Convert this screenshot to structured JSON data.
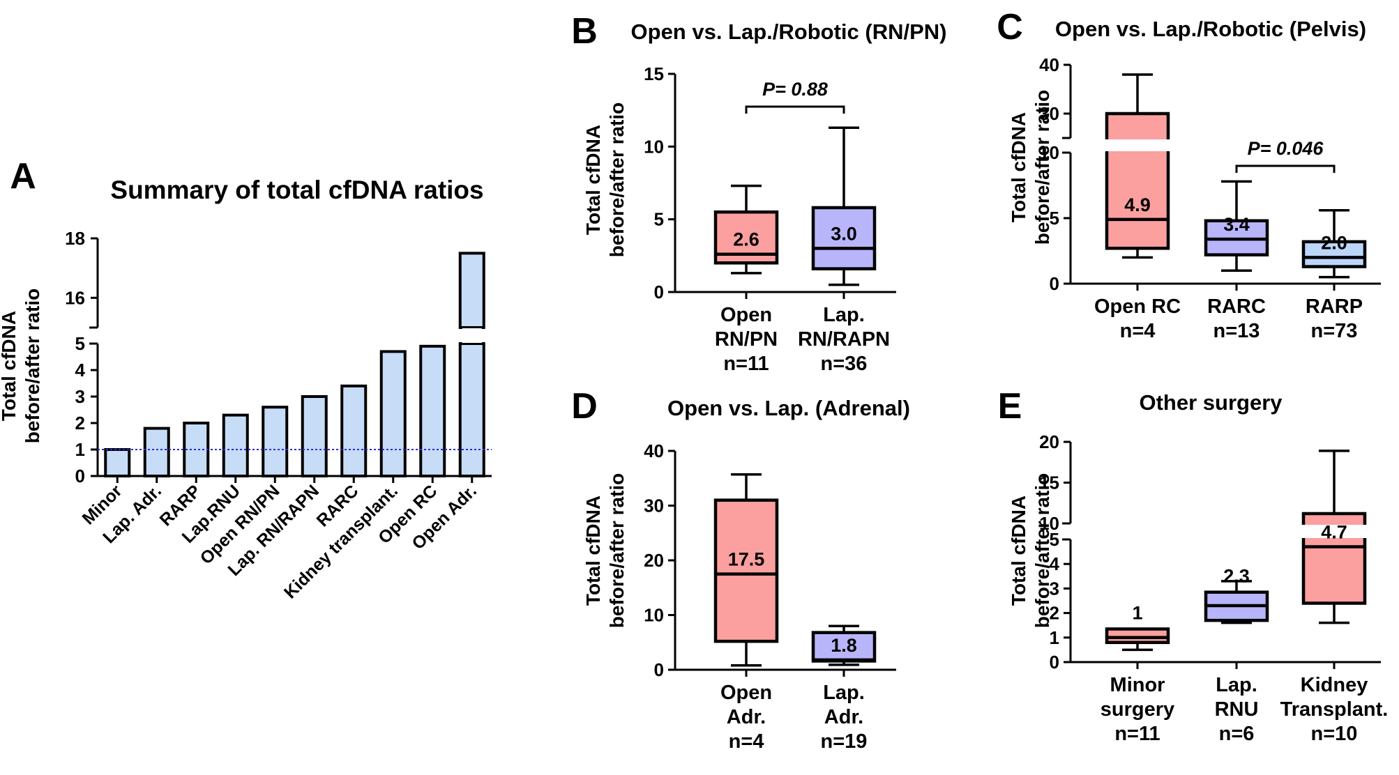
{
  "colors": {
    "bar_fill": "#c7dcf6",
    "box_open": "#fb9f9f",
    "box_minimal": "#b8b5fb",
    "box_robotic": "#bcd6fa",
    "reference_line": "#2a2ad1"
  },
  "chart_data": [
    {
      "id": "A",
      "panel_letter": "A",
      "type": "bar",
      "title": "Summary of total cfDNA ratios",
      "ylabel": "Total cfDNA\nbefore/after ratio",
      "categories": [
        "Minor",
        "Lap. Adr.",
        "RARP",
        "Lap.RNU",
        "Open RN/PN",
        "Lap. RN/RAPN",
        "RARC",
        "Kidney transplant.",
        "Open RC",
        "Open Adr."
      ],
      "values": [
        1.0,
        1.8,
        2.0,
        2.3,
        2.6,
        3.0,
        3.4,
        4.7,
        4.9,
        17.5
      ],
      "axis_break": {
        "lower": [
          0,
          5
        ],
        "upper": [
          15,
          18
        ]
      },
      "lower_ticks": [
        "0",
        "1",
        "2",
        "3",
        "4",
        "5"
      ],
      "upper_ticks": [
        "16",
        "18"
      ],
      "reference_line": 1,
      "grid": false
    },
    {
      "id": "B",
      "panel_letter": "B",
      "type": "box",
      "title": "Open vs. Lap./Robotic (RN/PN)",
      "ylabel": "Total cfDNA\nbefore/after ratio",
      "ylim": [
        0,
        15
      ],
      "ticks": [
        "0",
        "5",
        "10",
        "15"
      ],
      "groups": [
        {
          "label": [
            "Open",
            "RN/PN",
            "n=11"
          ],
          "min": 1.3,
          "q1": 2.0,
          "median": 2.6,
          "q3": 5.5,
          "max": 7.3,
          "median_label": "2.6",
          "color": "#fb9f9f"
        },
        {
          "label": [
            "Lap.",
            "RN/RAPN",
            "n=36"
          ],
          "min": 0.5,
          "q1": 1.6,
          "median": 3.0,
          "q3": 5.8,
          "max": 11.3,
          "median_label": "3.0",
          "color": "#b8b5fb"
        }
      ],
      "comparisons": [
        {
          "a": 0,
          "b": 1,
          "text": "P= 0.88"
        }
      ]
    },
    {
      "id": "C",
      "panel_letter": "C",
      "type": "box",
      "title": "Open vs. Lap./Robotic (Pelvis)",
      "ylabel": "Total cfDNA\nbefore/after ratio",
      "axis_break": {
        "lower": [
          0,
          10
        ],
        "upper": [
          25,
          40
        ]
      },
      "lower_ticks": [
        "0",
        "5",
        "10"
      ],
      "upper_ticks": [
        "30",
        "40"
      ],
      "groups": [
        {
          "label": [
            "Open RC",
            "n=4"
          ],
          "min": 2.0,
          "q1": 2.7,
          "median": 4.9,
          "q3": 30.0,
          "max": 38.0,
          "median_label": "4.9",
          "color": "#fb9f9f"
        },
        {
          "label": [
            "RARC",
            "n=13"
          ],
          "min": 1.0,
          "q1": 2.2,
          "median": 3.4,
          "q3": 4.8,
          "max": 7.8,
          "median_label": "3.4",
          "color": "#b8b5fb"
        },
        {
          "label": [
            "RARP",
            "n=73"
          ],
          "min": 0.5,
          "q1": 1.3,
          "median": 2.0,
          "q3": 3.2,
          "max": 5.6,
          "median_label": "2.0",
          "color": "#bcd6fa"
        }
      ],
      "comparisons": [
        {
          "a": 1,
          "b": 2,
          "text": "P= 0.046"
        }
      ]
    },
    {
      "id": "D",
      "panel_letter": "D",
      "type": "box",
      "title": "Open vs. Lap. (Adrenal)",
      "ylabel": "Total cfDNA\nbefore/after ratio",
      "ylim": [
        0,
        40
      ],
      "ticks": [
        "0",
        "10",
        "20",
        "30",
        "40"
      ],
      "groups": [
        {
          "label": [
            "Open",
            "Adr.",
            "n=4"
          ],
          "min": 0.8,
          "q1": 5.2,
          "median": 17.5,
          "q3": 31.0,
          "max": 35.7,
          "median_label": "17.5",
          "color": "#fb9f9f"
        },
        {
          "label": [
            "Lap.",
            "Adr.",
            "n=19"
          ],
          "min": 0.9,
          "q1": 1.6,
          "median": 1.8,
          "q3": 6.8,
          "max": 8.0,
          "median_label": "1.8",
          "color": "#b8b5fb"
        }
      ],
      "comparisons": []
    },
    {
      "id": "E",
      "panel_letter": "E",
      "type": "box",
      "title": "Other surgery",
      "ylabel": "Total cfDNA\nbefore/after ratio",
      "axis_break": {
        "lower": [
          0,
          5
        ],
        "upper": [
          10,
          20
        ]
      },
      "lower_ticks": [
        "0",
        "1",
        "2",
        "3",
        "4",
        "5"
      ],
      "upper_ticks": [
        "10",
        "15",
        "20"
      ],
      "groups": [
        {
          "label": [
            "Minor",
            "surgery",
            "n=11"
          ],
          "min": 0.5,
          "q1": 0.8,
          "median": 1.0,
          "q3": 1.35,
          "max": 1.35,
          "median_label": "1",
          "color": "#fb9f9f"
        },
        {
          "label": [
            "Lap.",
            "RNU",
            "n=6"
          ],
          "min": 1.6,
          "q1": 1.7,
          "median": 2.3,
          "q3": 2.85,
          "max": 3.3,
          "median_label": "2.3",
          "color": "#b8b5fb"
        },
        {
          "label": [
            "Kidney",
            "Transplant.",
            "n=10"
          ],
          "min": 1.6,
          "q1": 2.4,
          "median": 4.7,
          "q3": 11.2,
          "max": 18.9,
          "median_label": "4.7",
          "color": "#fb9f9f"
        }
      ],
      "comparisons": []
    }
  ]
}
